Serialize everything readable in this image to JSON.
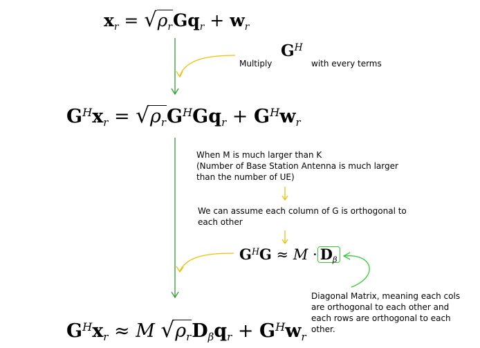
{
  "equations": {
    "eq1": "x_r = √ρ_r G q_r + w_r",
    "eq2": "G^H x_r = √ρ_r G^H G q_r + G^H w_r",
    "eq3": "G^H G ≈ M · D_β",
    "eq4": "G^H x_r ≈ M √ρ_r D_β q_r + G^H w_r"
  },
  "notes": {
    "multiply_prefix": "Multiply",
    "multiply_suffix": "with every terms",
    "condition": "When M is much larger than K\n(Number of Base Station Antenna is much larger\nthan the number of UE)",
    "assumption": "We can assume each column of G is orthogonal to\neach other",
    "diagonal": "Diagonal Matrix, meaning each cols\nare orthogonal to each other and\neach rows are orthogonal to each\nother."
  },
  "colors": {
    "main_arrow": "#339933",
    "yellow_arrow": "#f0c000",
    "highlight_box": "#33cc33"
  }
}
